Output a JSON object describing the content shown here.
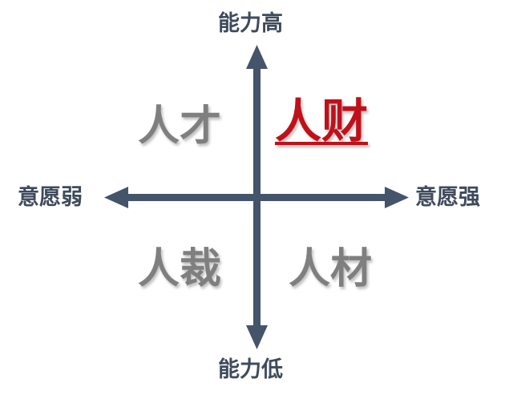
{
  "diagram": {
    "type": "quadrant",
    "axis_color": "#44546a",
    "highlight_color": "#c0101a",
    "quadrant_text_color": "#7f7f7f",
    "axes": {
      "top": "能力高",
      "bottom": "能力低",
      "left": "意愿弱",
      "right": "意愿强"
    },
    "quadrants": {
      "top_left": "人才",
      "top_right": "人财",
      "bottom_left": "人裁",
      "bottom_right": "人材"
    },
    "highlighted_quadrant": "top_right"
  }
}
